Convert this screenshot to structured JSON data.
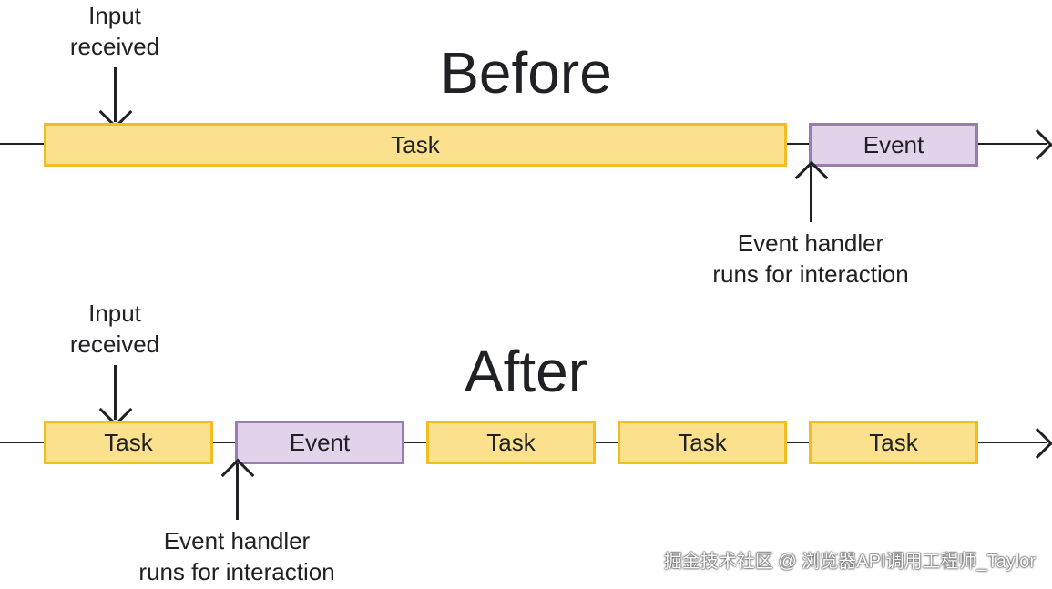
{
  "before": {
    "title": "Before",
    "input_label": [
      "Input",
      "received"
    ],
    "handler_label": [
      "Event handler",
      "runs for interaction"
    ],
    "blocks": [
      {
        "kind": "task",
        "label": "Task"
      },
      {
        "kind": "event",
        "label": "Event"
      }
    ]
  },
  "after": {
    "title": "After",
    "input_label": [
      "Input",
      "received"
    ],
    "handler_label": [
      "Event handler",
      "runs for interaction"
    ],
    "blocks": [
      {
        "kind": "task",
        "label": "Task"
      },
      {
        "kind": "event",
        "label": "Event"
      },
      {
        "kind": "task",
        "label": "Task"
      },
      {
        "kind": "task",
        "label": "Task"
      },
      {
        "kind": "task",
        "label": "Task"
      }
    ]
  },
  "colors": {
    "task_fill": "#fbe18e",
    "task_border": "#f2bd1e",
    "event_fill": "#e0d3ea",
    "event_border": "#9a7bb2"
  },
  "watermark": "掘金技术社区 @ 浏览器API调用工程师_Taylor"
}
